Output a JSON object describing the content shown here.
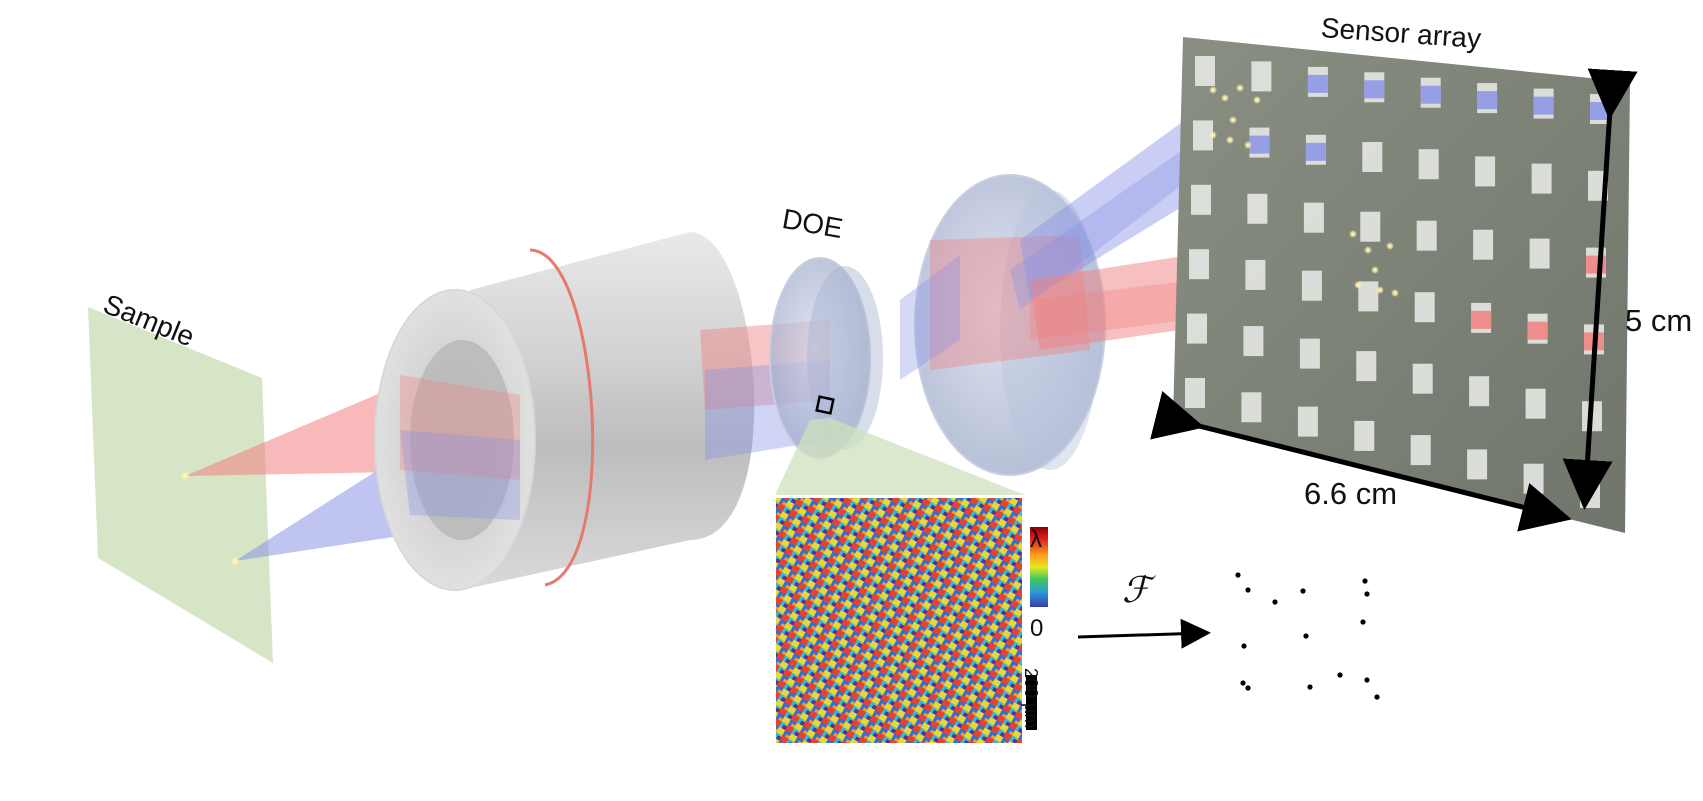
{
  "labels": {
    "sample": "Sample",
    "doe": "DOE",
    "sensor_array": "Sensor array",
    "sensor_height": "5 cm",
    "sensor_width": "6.6 cm",
    "fourier_symbol": "ℱ",
    "colorbar_max": "λ",
    "colorbar_min": "0",
    "scale_bar": "200 µm"
  },
  "colors": {
    "red_beam": "#f08080",
    "blue_beam": "#8a93e6",
    "sample_plane": "#cfe0bc",
    "sensor_board": "#7d8276",
    "sensor_tile": "#e3e5e1",
    "lens_metal": "#c9c9c9",
    "lens_glass": "#b8c4dc"
  },
  "sensor_grid": {
    "rows": 6,
    "cols": 8
  },
  "icons": [
    "sample-plane",
    "objective-lens",
    "doe-element",
    "relay-lens",
    "sensor-array",
    "phase-mask-inset",
    "fourier-arrow"
  ]
}
